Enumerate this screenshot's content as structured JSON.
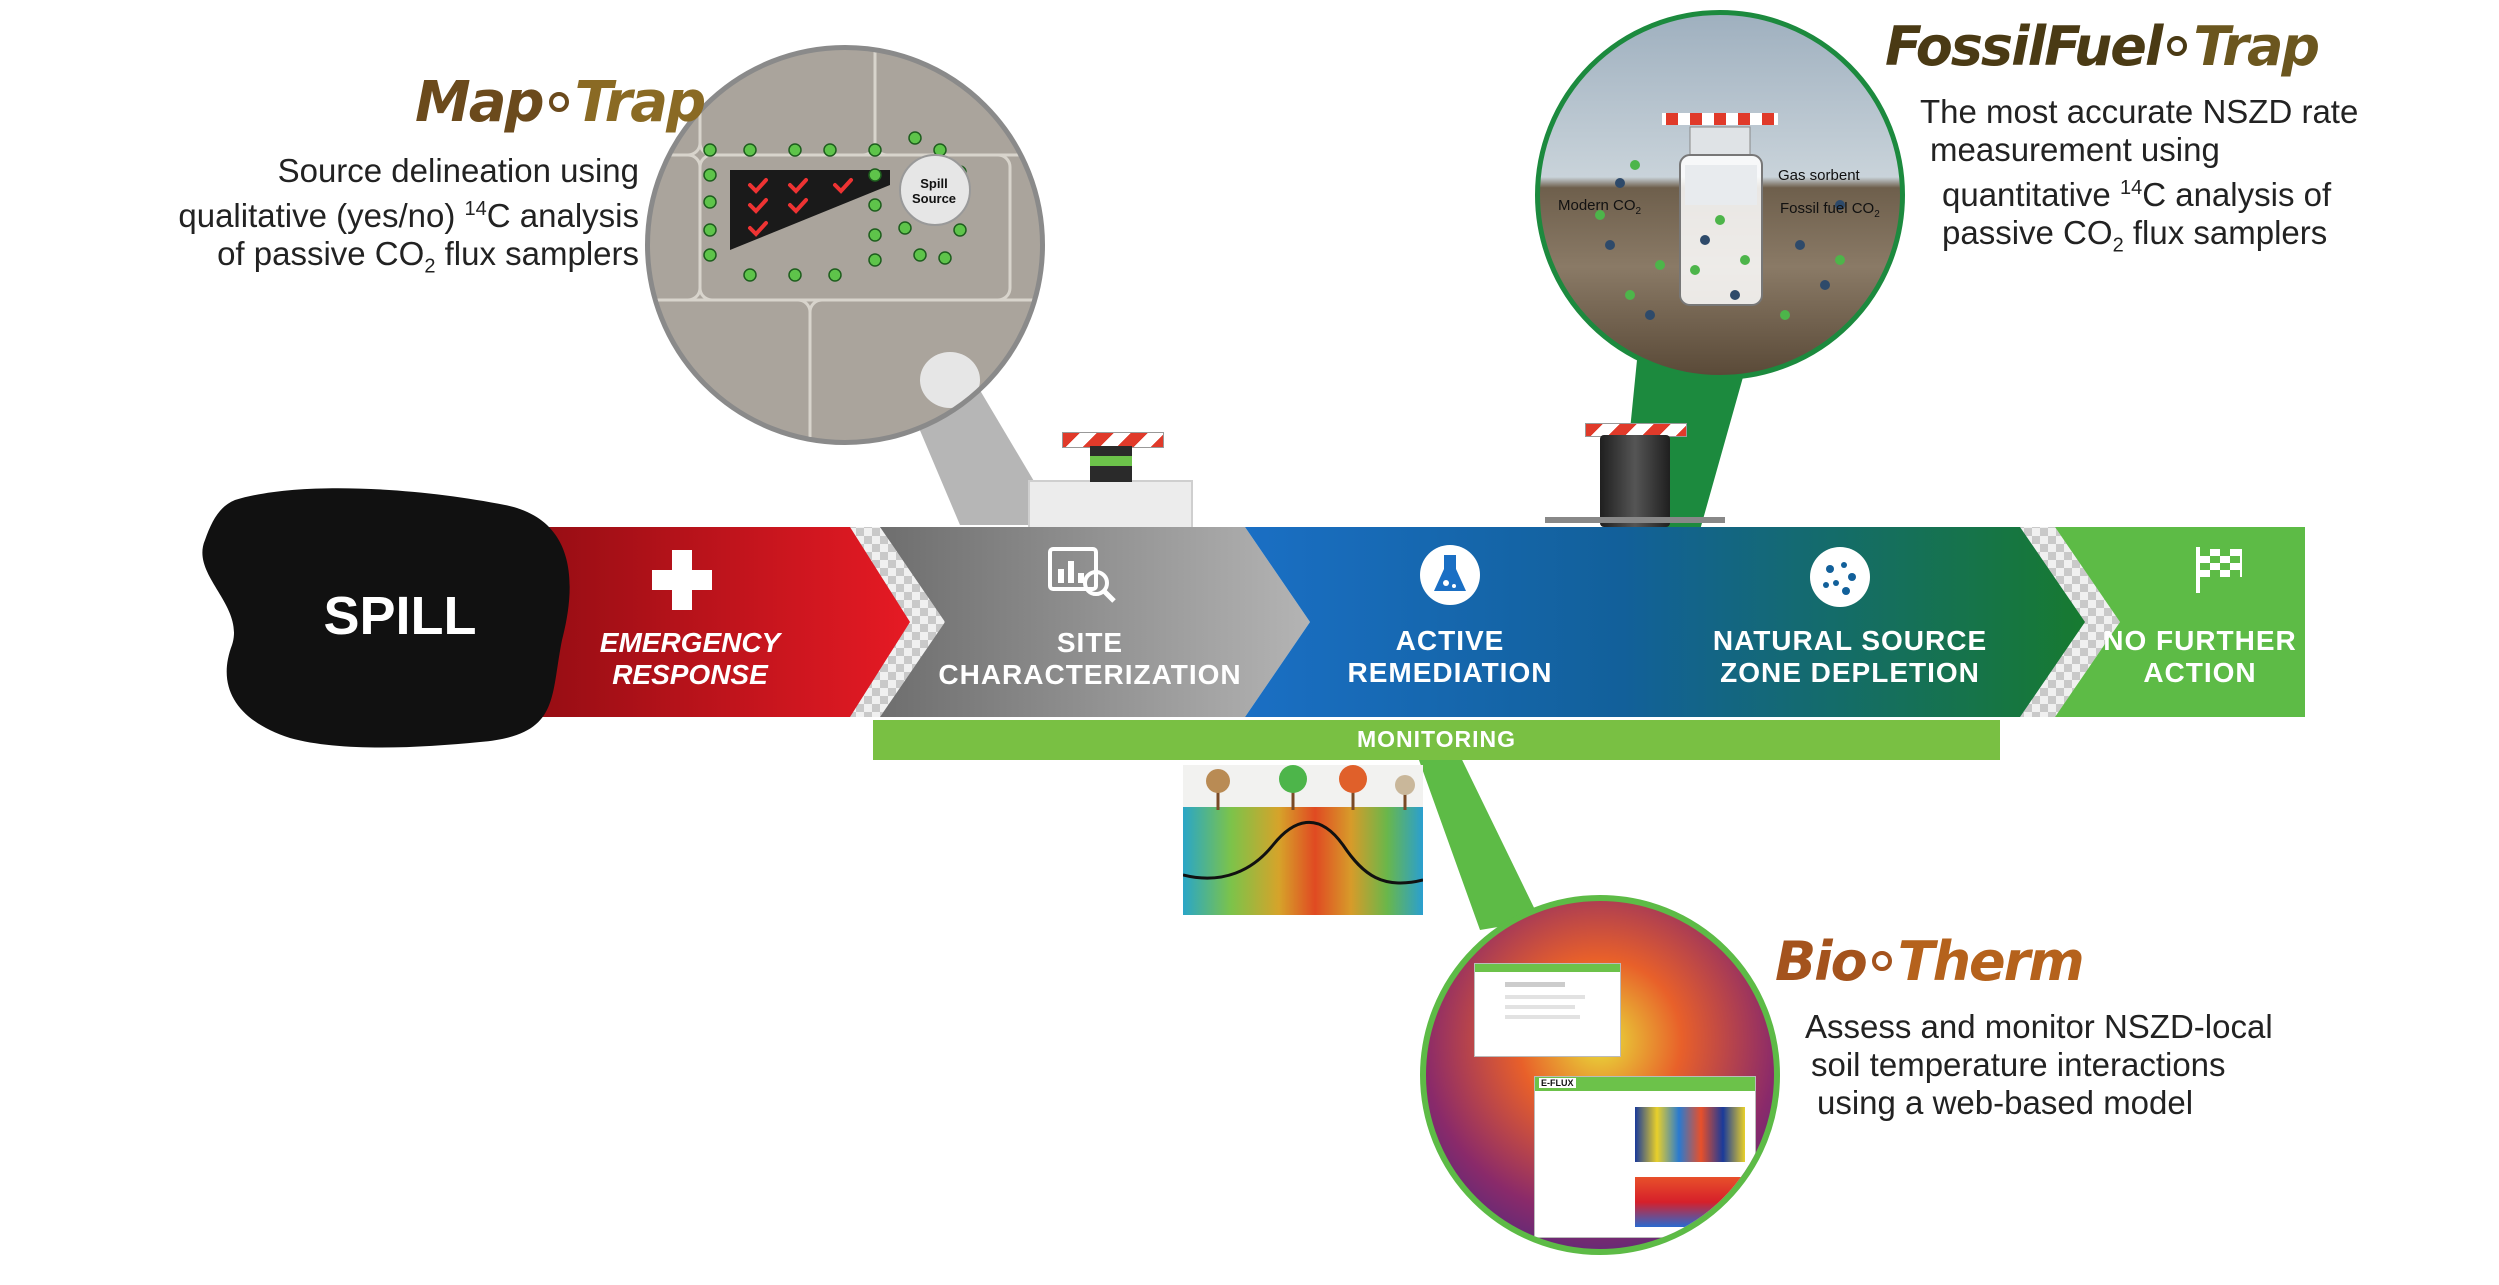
{
  "spill": {
    "label": "SPILL"
  },
  "stages": [
    {
      "id": "emergency",
      "line1": "EMERGENCY",
      "line2": "RESPONSE",
      "icon": "medical-cross-icon"
    },
    {
      "id": "site",
      "line1": "SITE",
      "line2": "CHARACTERIZATION",
      "icon": "analysis-magnifier-icon"
    },
    {
      "id": "active",
      "line1": "ACTIVE",
      "line2": "REMEDIATION",
      "icon": "flask-icon"
    },
    {
      "id": "nszd",
      "line1": "NATURAL SOURCE",
      "line2": "ZONE DEPLETION",
      "icon": "soil-particles-icon"
    },
    {
      "id": "nfa",
      "line1": "NO FURTHER",
      "line2": "ACTION",
      "icon": "checkered-flag-icon"
    }
  ],
  "monitoring": {
    "label": "MONITORING"
  },
  "products": {
    "maptrap": {
      "name_a": "Map",
      "name_b": "Trap",
      "desc": [
        "Source delineation using",
        "qualitative (yes/no) ",
        "C analysis",
        "of passive CO",
        " flux samplers"
      ],
      "sup": "14",
      "sub": "2",
      "callout": {
        "line1": "Spill",
        "line2": "Source"
      }
    },
    "fossilfueltrap": {
      "name_a": "FossilFuel",
      "name_b": "Trap",
      "desc": [
        "The most accurate NSZD rate",
        "measurement using",
        "quantitative ",
        "C analysis of",
        "passive CO",
        " flux samplers"
      ],
      "sup": "14",
      "sub": "2",
      "labels": {
        "gas": "Gas sorbent",
        "modern": "Modern CO",
        "fossil": "Fossil fuel CO",
        "sub": "2"
      }
    },
    "biotherm": {
      "name_a": "Bio",
      "name_b": "Therm",
      "desc": [
        "Assess and monitor NSZD-local",
        "soil temperature interactions",
        "using a web-based model"
      ],
      "app_logo": "E-FLUX"
    }
  },
  "colors": {
    "red": "#c8141e",
    "gray": "#8a8a8a",
    "blue": "#1b72c0",
    "green_dark": "#177a3c",
    "green_light": "#5dbb46",
    "monitoring": "#79c043",
    "maptrap_brand": "#6b4a1c",
    "fossil_brand": "#4a3a14",
    "biotherm_brand": "#a4531d"
  }
}
